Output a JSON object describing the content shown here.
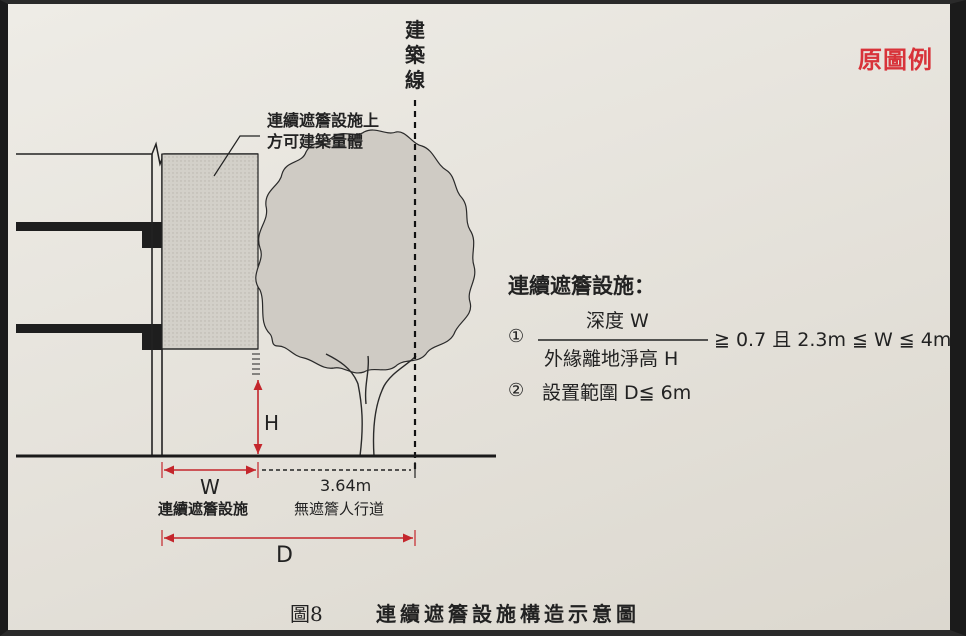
{
  "stamp": "原圖例",
  "building_line_label": "建築線",
  "callout_text": [
    "連續遮簷設施上",
    "方可建築量體"
  ],
  "dimensions": {
    "W": "W",
    "H": "H",
    "D": "D",
    "sidewalk_width": "3.64m"
  },
  "labels": {
    "arcade": "連續遮簷設施",
    "sidewalk": "無遮簷人行道"
  },
  "rules": {
    "title": "連續遮簷設施：",
    "rule1_marker": "①",
    "numerator": "深度 W",
    "denominator": "外緣離地淨高 H",
    "condition": "≧ 0.7 且 2.3m ≦ W ≦ 4m",
    "rule2_marker": "②",
    "rule2": "設置範圍 D≦ 6m"
  },
  "caption": {
    "figure_number": "圖8",
    "title": "連續遮簷設施構造示意圖"
  },
  "colors": {
    "stamp": "#d8333a",
    "dimension": "#c4262c",
    "ink": "#222222",
    "hatch": "#c9c6bf"
  }
}
